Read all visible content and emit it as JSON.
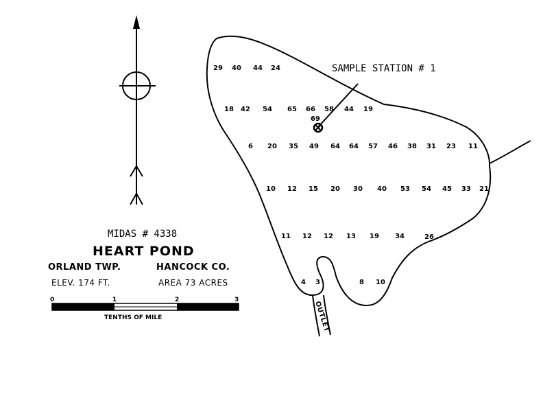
{
  "sample_station_label": "SAMPLE STATION # 1",
  "midas_label": "MIDAS # 4338",
  "pond_name": "HEART POND",
  "township": "ORLAND TWP.",
  "county": "HANCOCK CO.",
  "elevation": "ELEV. 174 FT.",
  "area": "AREA 73 ACRES",
  "outlet_label": "OUTLET",
  "scale": {
    "ticks": [
      "0",
      "1",
      "2",
      "3"
    ],
    "caption": "TENTHS OF MILE"
  },
  "depth_rows": [
    [
      "29",
      "40",
      "44",
      "24"
    ],
    [
      "18",
      "42",
      "54",
      "65",
      "66",
      "58",
      "44",
      "19"
    ],
    [
      "69"
    ],
    [
      "6",
      "20",
      "35",
      "49",
      "64",
      "64",
      "57",
      "46",
      "38",
      "31",
      "23",
      "11"
    ],
    [
      "10",
      "12",
      "15",
      "20",
      "30",
      "40",
      "53",
      "54",
      "45",
      "33",
      "21"
    ],
    [
      "11",
      "12",
      "12",
      "13",
      "19",
      "34",
      "26"
    ],
    [
      "4",
      "3",
      "8",
      "10"
    ]
  ],
  "colors": {
    "ink": "#000000",
    "paper": "#ffffff"
  }
}
